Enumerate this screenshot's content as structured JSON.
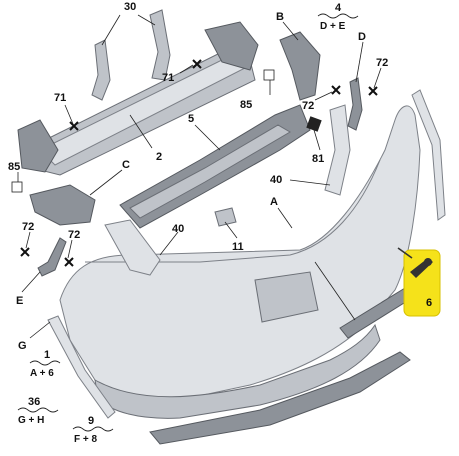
{
  "callouts": {
    "c30": "30",
    "c4": "4",
    "c4_sub": "D + E",
    "cB": "B",
    "cD": "D",
    "c72_top_right": "72",
    "c71_upper": "71",
    "c71_left": "71",
    "c85_right": "85",
    "c72_mid": "72",
    "c5": "5",
    "c81": "81",
    "c2": "2",
    "cC": "C",
    "c85_left": "85",
    "c40_right": "40",
    "cA": "A",
    "c72_left": "72",
    "c72_left2": "72",
    "c40_left": "40",
    "c11": "11",
    "cE": "E",
    "c6": "6",
    "cG": "G",
    "c1": "1",
    "c1_sub": "A + 6",
    "c36": "36",
    "c36_sub": "G + H",
    "c9": "9",
    "c9_sub": "F + 8"
  },
  "colors": {
    "highlight": "#f5e21a",
    "part_body": "#c7cacf"
  }
}
